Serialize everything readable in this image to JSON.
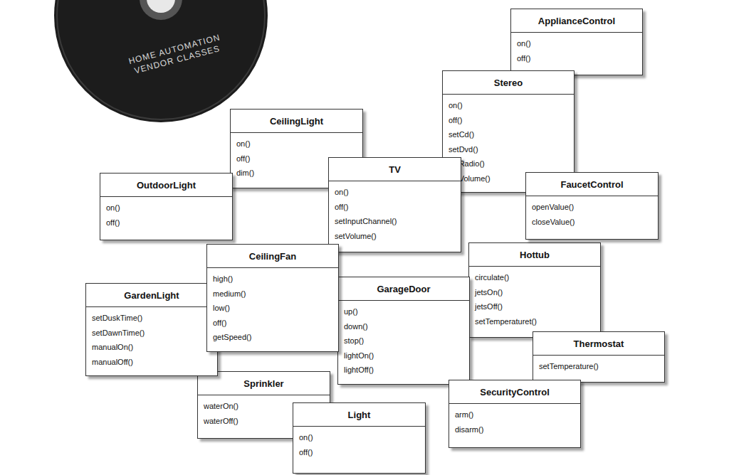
{
  "diagram": {
    "nodes": [
      {
        "text": [
          "ApplianceControl",
          "on()",
          "off()"
        ]
      },
      {
        "text": [
          "Stereo",
          "on()",
          "off()",
          "setCd()",
          "setDvd()",
          "setRadio()",
          "setVolume()"
        ]
      },
      {
        "text": [
          "CeilingLight",
          "on()",
          "off()",
          "dim()"
        ]
      },
      {
        "text": [
          "TV",
          "on()",
          "off()",
          "setInputChannel()",
          "setVolume()"
        ]
      },
      {
        "text": [
          "OutdoorLight",
          "on()",
          "off()"
        ]
      },
      {
        "text": [
          "FaucetControl",
          "openValue()",
          "closeValue()"
        ]
      },
      {
        "text": [
          "CeilingFan",
          "high()",
          "medium()",
          "low()",
          "off()",
          "getSpeed()"
        ]
      },
      {
        "text": [
          "Hottub",
          "circulate()",
          "jetsOn()",
          "jetsOff()",
          "setTemperaturet()"
        ]
      },
      {
        "text": [
          "GardenLight",
          "setDuskTime()",
          "setDawnTime()",
          "manualOn()",
          "manualOff()"
        ]
      },
      {
        "text": [
          "GarageDoor",
          "up()",
          "down()",
          "stop()",
          "lightOn()",
          "lightOff()"
        ]
      },
      {
        "text": [
          "Thermostat",
          "setTemperature()"
        ]
      },
      {
        "text": [
          "Sprinkler",
          "waterOn()",
          "waterOff()"
        ]
      },
      {
        "text": [
          "SecurityControl",
          "arm()",
          "disarm()"
        ]
      },
      {
        "text": [
          "Light",
          "on()",
          "off()"
        ]
      }
    ],
    "labels": [
      "HOME AUTOMATION VENDOR CLASSES"
    ]
  }
}
